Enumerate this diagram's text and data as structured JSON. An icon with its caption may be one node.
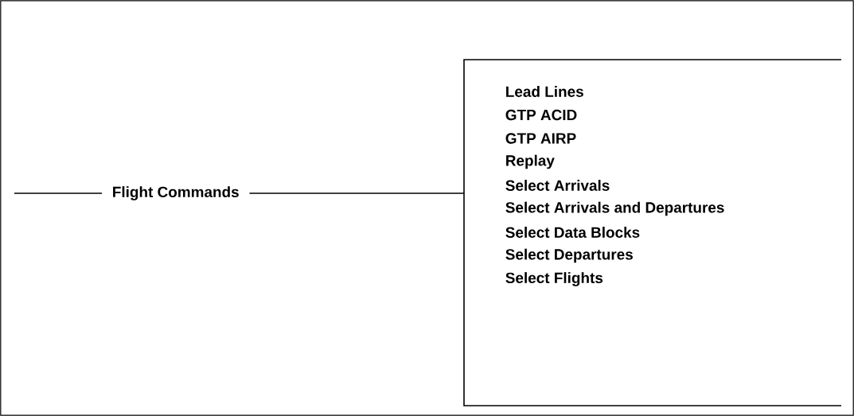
{
  "diagram": {
    "nodes": [
      {
        "text": [
          "Flight Commands"
        ]
      },
      {
        "text": [
          "Lead Lines",
          "GTP ACID",
          "GTP AIRP",
          "Replay",
          "Select Arrivals",
          "Select Arrivals and Departures",
          "Select Data Blocks",
          "Select Departures",
          "Select Flights"
        ]
      }
    ],
    "edges": [
      {
        "from": null,
        "to": 0,
        "arrow": "none"
      },
      {
        "from": 0,
        "to": 1,
        "arrow": "none"
      }
    ]
  }
}
